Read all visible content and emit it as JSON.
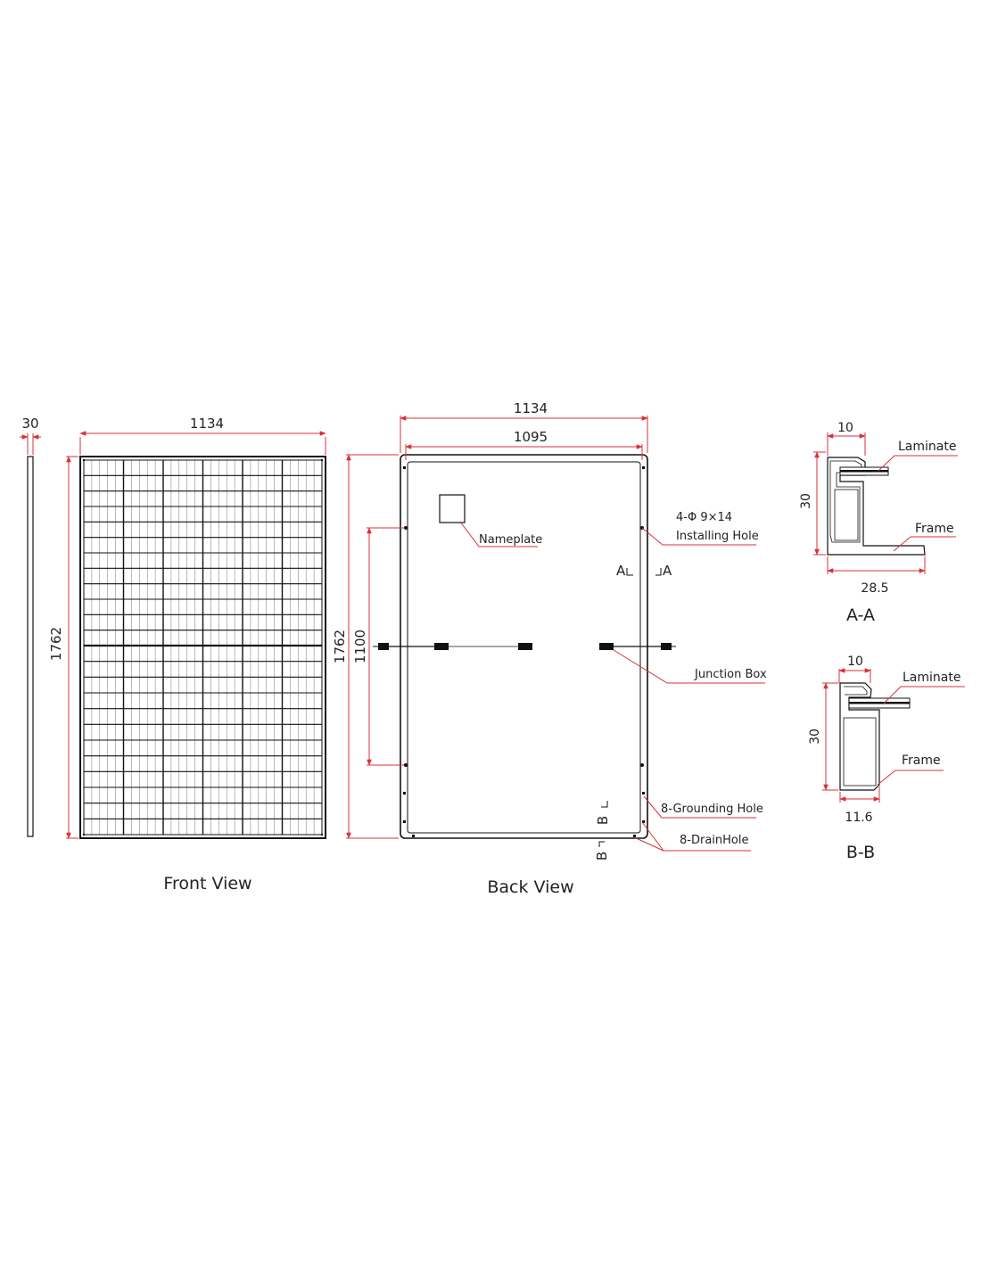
{
  "side_view": {
    "thickness": "30"
  },
  "front_view": {
    "width": "1134",
    "height": "1762",
    "caption": "Front View"
  },
  "back_view": {
    "outer_width": "1134",
    "inner_width": "1095",
    "height": "1762",
    "hole_spacing": "1100",
    "caption": "Back View",
    "callouts": {
      "nameplate": "Nameplate",
      "installing_hole_spec": "4-Φ 9×14",
      "installing_hole": "Installing Hole",
      "junction_box": "Junction Box",
      "grounding_hole": "8-Grounding Hole",
      "drain_hole": "8-DrainHole"
    },
    "section_marks": {
      "a_left": "A",
      "a_right": "A",
      "b_upper": "B",
      "b_lower": "B"
    }
  },
  "section_aa": {
    "title": "A-A",
    "width_top": "10",
    "height": "30",
    "width_bottom": "28.5",
    "laminate": "Laminate",
    "frame": "Frame"
  },
  "section_bb": {
    "title": "B-B",
    "width_top": "10",
    "height": "30",
    "width_bottom": "11.6",
    "laminate": "Laminate",
    "frame": "Frame"
  },
  "colors": {
    "dimension_line": "#d9303a",
    "outline": "#111111"
  }
}
